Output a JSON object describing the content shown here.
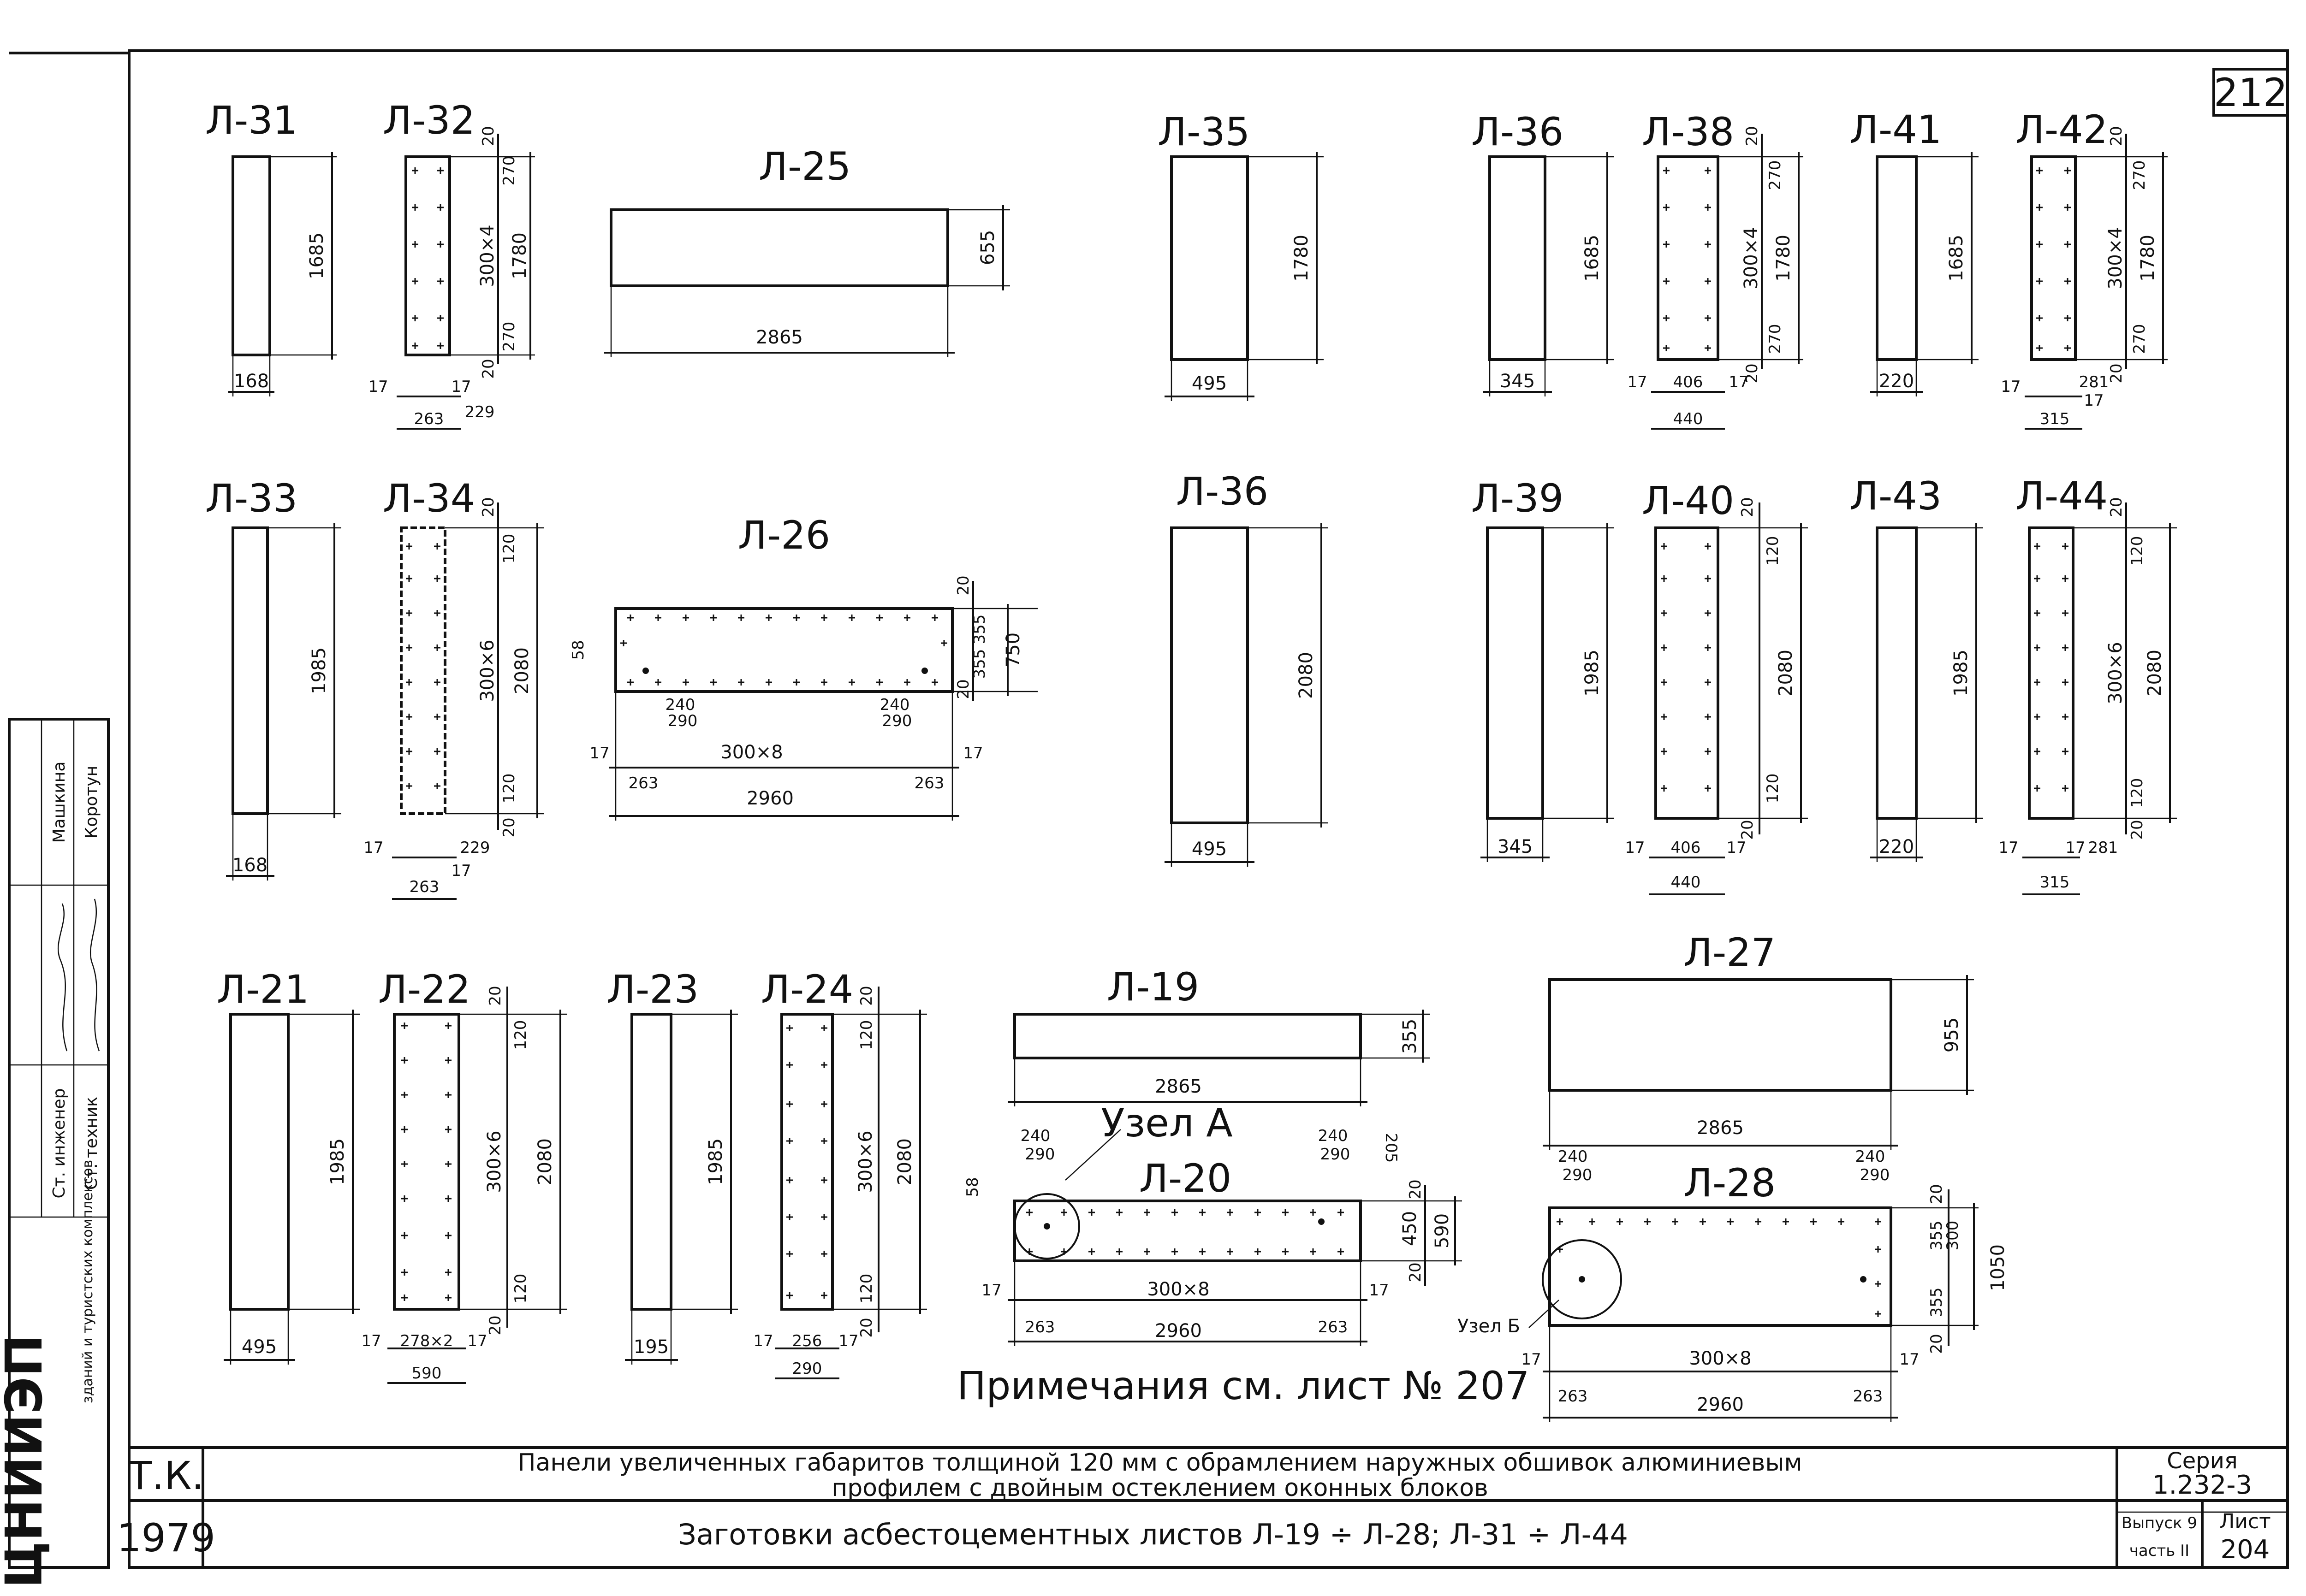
{
  "sheet": {
    "sheet_number": "212",
    "stamp": {
      "org": "ЦНИИЭП",
      "dept": "зданий и туристских комплексов",
      "role_1": "Ст. инженер",
      "name_1": "Машкина",
      "role_2": "Ст. техник",
      "name_2": "Коротун"
    },
    "title_block": {
      "tk": "Т.К.",
      "year": "1979",
      "title_line1": "Панели увеличенных габаритов толщиной 120 мм с обрамлением наружных обшивок алюминиевым",
      "title_line2": "профилем с двойным остеклением оконных блоков",
      "subtitle": "Заготовки асбестоцементных листов Л-19 ÷ Л-28; Л-31 ÷ Л-44",
      "series_label": "Серия",
      "series_value": "1.232-3",
      "issue_label": "Выпуск 9",
      "part_label": "часть II",
      "list_label": "Лист",
      "list_value": "204"
    },
    "note": "Примечания см. лист № 207"
  },
  "panels": {
    "L31": {
      "label": "Л-31",
      "h": "1685",
      "w": "168"
    },
    "L32": {
      "label": "Л-32",
      "d20a": "20",
      "d270a": "270",
      "pitch": "300×4",
      "h": "1780",
      "d270b": "270",
      "d20b": "20",
      "d17a": "17",
      "d17b": "17",
      "d263": "263",
      "d229": "229"
    },
    "L25": {
      "label": "Л-25",
      "h": "655",
      "w": "2865"
    },
    "L35": {
      "label": "Л-35",
      "h": "1780",
      "w": "495"
    },
    "L36a": {
      "label": "Л-36",
      "h": "1685",
      "w": "345"
    },
    "L38": {
      "label": "Л-38",
      "d20a": "20",
      "d270a": "270",
      "pitch": "300×4",
      "h": "1780",
      "d270b": "270",
      "d20b": "20",
      "d17a": "17",
      "d406": "406",
      "d17b": "17",
      "d440": "440"
    },
    "L41": {
      "label": "Л-41",
      "h": "1685",
      "w": "220"
    },
    "L42": {
      "label": "Л-42",
      "d20a": "20",
      "d270a": "270",
      "pitch": "300×4",
      "h": "1780",
      "d270b": "270",
      "d20b": "20",
      "d17a": "17",
      "d281": "281",
      "d17b": "17",
      "d315": "315"
    },
    "L33": {
      "label": "Л-33",
      "h": "1985",
      "w": "168"
    },
    "L34": {
      "label": "Л-34",
      "d20a": "20",
      "d120a": "120",
      "pitch": "300×6",
      "h": "2080",
      "d120b": "120",
      "d20b": "20",
      "d17a": "17",
      "d229": "229",
      "d17b": "17",
      "d263": "263"
    },
    "L26": {
      "label": "Л-26",
      "d20": "20",
      "d355a": "355",
      "d355b": "355",
      "d750": "750",
      "d20b": "20",
      "d58": "58",
      "c1": "240",
      "c1b": "290",
      "c2": "240",
      "c2b": "290",
      "d17a": "17",
      "d263a": "263",
      "pitch": "300×8",
      "d263b": "263",
      "d17b": "17",
      "w": "2960"
    },
    "L36b": {
      "label": "Л-36",
      "h": "2080",
      "w": "495"
    },
    "L39": {
      "label": "Л-39",
      "h": "1985",
      "w": "345"
    },
    "L40": {
      "label": "Л-40",
      "d20a": "20",
      "d120a": "120",
      "h": "2080",
      "d120b": "120",
      "d20b": "20",
      "d17a": "17",
      "d406": "406",
      "d17b": "17",
      "d440": "440"
    },
    "L43": {
      "label": "Л-43",
      "h": "1985",
      "w": "220"
    },
    "L44": {
      "label": "Л-44",
      "d20a": "20",
      "d120a": "120",
      "pitch": "300×6",
      "h": "2080",
      "d120b": "120",
      "d20b": "20",
      "d17a": "17",
      "d17b": "17",
      "d281": "281",
      "d315": "315"
    },
    "L21": {
      "label": "Л-21",
      "h": "1985",
      "w": "495"
    },
    "L22": {
      "label": "Л-22",
      "d20a": "20",
      "d120a": "120",
      "pitch": "300×6",
      "h": "2080",
      "d120b": "120",
      "d20b": "20",
      "d17a": "17",
      "d278": "278×2",
      "d17b": "17",
      "d590": "590"
    },
    "L23": {
      "label": "Л-23",
      "h": "1985",
      "w": "195"
    },
    "L24": {
      "label": "Л-24",
      "d20a": "20",
      "d120a": "120",
      "pitch": "300×6",
      "h": "2080",
      "d120b": "120",
      "d20b": "20",
      "d17a": "17",
      "d256": "256",
      "d17b": "17",
      "d290": "290"
    },
    "L19": {
      "label": "Л-19",
      "h": "355",
      "w": "2865"
    },
    "L20": {
      "label": "Л-20",
      "node": "Узел А",
      "c1": "240",
      "c1b": "290",
      "c2": "240",
      "c2b": "290",
      "d205": "205",
      "d58": "58",
      "d20a": "20",
      "d450": "450",
      "d20b": "20",
      "d590": "590",
      "d17a": "17",
      "pitch": "300×8",
      "d17b": "17",
      "d263a": "263",
      "w": "2960",
      "d263b": "263"
    },
    "L27": {
      "label": "Л-27",
      "h": "955",
      "w": "2865"
    },
    "L28": {
      "label": "Л-28",
      "node": "Узел Б",
      "c1": "240",
      "c1b": "290",
      "c2": "240",
      "c2b": "290",
      "d20a": "20",
      "d355a": "355",
      "d300": "300",
      "d355b": "355",
      "d20b": "20",
      "h": "1050",
      "d17a": "17",
      "pitch": "300×8",
      "d17b": "17",
      "d263a": "263",
      "w": "2960",
      "d263b": "263"
    }
  }
}
